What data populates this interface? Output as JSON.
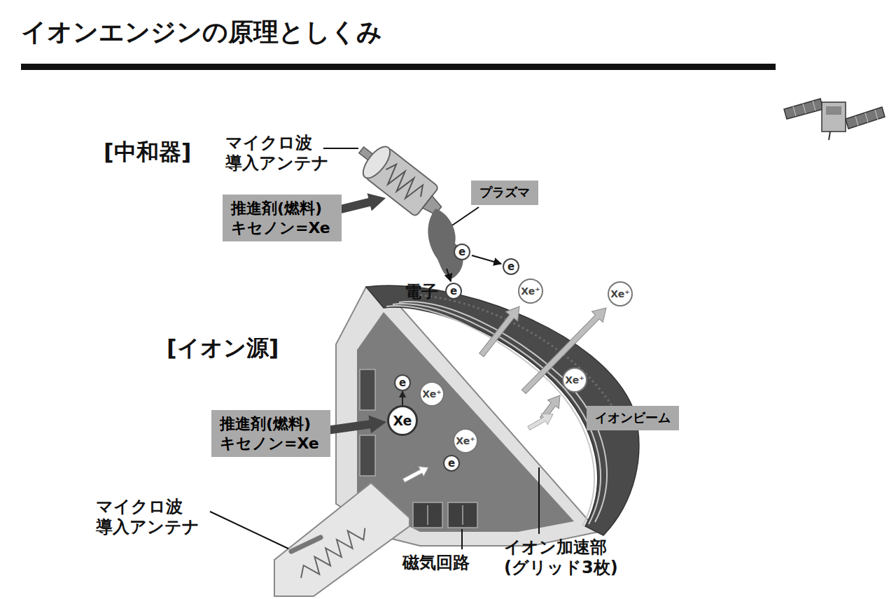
{
  "diagram": {
    "title": "イオンエンジンの原理としくみ",
    "nodes": [
      {
        "text": [
          "推進剤(燃料) キセノン=Xe"
        ]
      },
      {
        "text": [
          "プラズマ"
        ]
      },
      {
        "text": [
          "e"
        ]
      },
      {
        "text": [
          "e"
        ]
      },
      {
        "text": [
          "e"
        ]
      },
      {
        "text": [
          "Xe⁺"
        ]
      },
      {
        "text": [
          "Xe⁺"
        ]
      },
      {
        "text": [
          "e"
        ]
      },
      {
        "text": [
          "Xe⁺"
        ]
      },
      {
        "text": [
          "推進剤(燃料) キセノン=Xe"
        ]
      },
      {
        "text": [
          "Xe"
        ]
      },
      {
        "text": [
          "Xe⁺"
        ]
      },
      {
        "text": [
          "イオンビーム"
        ]
      },
      {
        "text": [
          "Xe⁺"
        ]
      },
      {
        "text": [
          "e"
        ]
      }
    ],
    "edges": [
      {
        "from": 10,
        "to": 7,
        "arrow": "to"
      }
    ],
    "labels": [
      "[中和器]",
      "マイクロ波 導入アンテナ",
      "電子",
      "[イオン源]",
      "マイクロ波 導入アンテナ",
      "磁気回路",
      "イオン加速部 (グリッド3枚)"
    ]
  }
}
